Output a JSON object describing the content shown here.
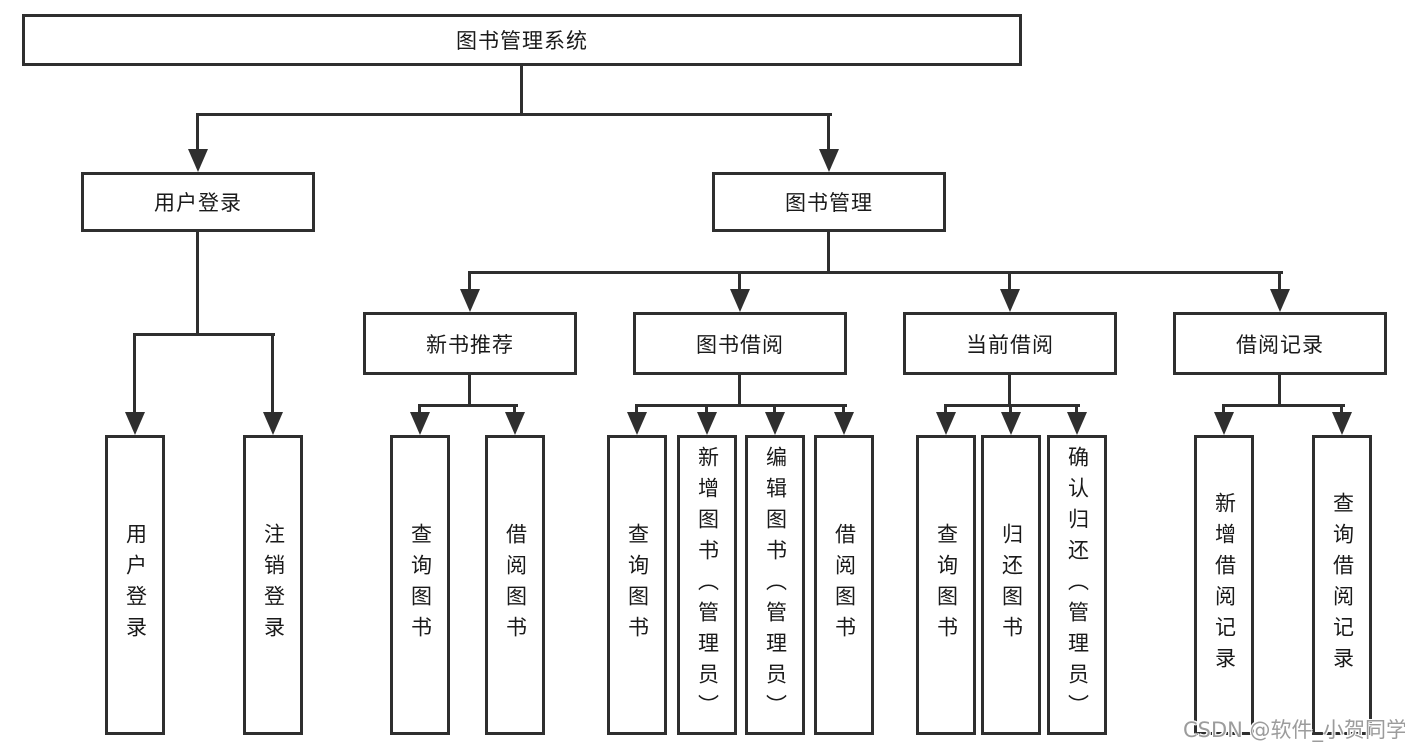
{
  "diagram": {
    "type": "tree",
    "root": {
      "label": "图书管理系统",
      "children": [
        {
          "label": "用户登录",
          "children": [
            {
              "label": "用户登录"
            },
            {
              "label": "注销登录"
            }
          ]
        },
        {
          "label": "图书管理",
          "children": [
            {
              "label": "新书推荐",
              "children": [
                {
                  "label": "查询图书"
                },
                {
                  "label": "借阅图书"
                }
              ]
            },
            {
              "label": "图书借阅",
              "children": [
                {
                  "label": "查询图书"
                },
                {
                  "label": "新增图书（管理员）"
                },
                {
                  "label": "编辑图书（管理员）"
                },
                {
                  "label": "借阅图书"
                }
              ]
            },
            {
              "label": "当前借阅",
              "children": [
                {
                  "label": "查询图书"
                },
                {
                  "label": "归还图书"
                },
                {
                  "label": "确认归还（管理员）"
                }
              ]
            },
            {
              "label": "借阅记录",
              "children": [
                {
                  "label": "新增借阅记录"
                },
                {
                  "label": "查询借阅记录"
                }
              ]
            }
          ]
        }
      ]
    },
    "colors": {
      "line": "#2f2f2f",
      "box_border": "#2f2f2f",
      "text": "#1a1a1a",
      "background": "#ffffff",
      "watermark": "#9c9c9c"
    }
  },
  "watermark": {
    "text": "CSDN @软件_小贺同学"
  }
}
